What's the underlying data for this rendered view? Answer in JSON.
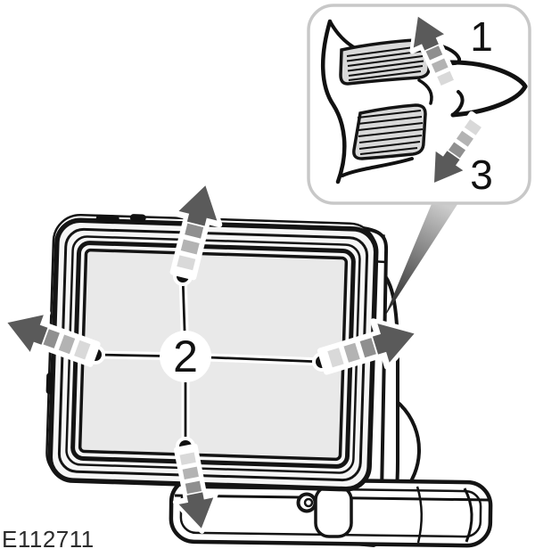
{
  "diagram": {
    "figure_id": "E112711",
    "labels": {
      "inset_upper_arrow": "1",
      "screen_adjust": "2",
      "inset_lower_arrow": "3"
    },
    "colors": {
      "line": "#141414",
      "device_fill": "#f6f6f6",
      "screen_fill": "#e9e9e9",
      "side_strip_fill": "#ededed",
      "wheel_fill": "#d9d9d9",
      "arrow_head": "#5a5a5a",
      "arrow_stripe_dark": "#8f8f8f",
      "arrow_stripe_mid": "#b3b3b3",
      "arrow_stripe_light": "#d9d9d9",
      "inset_border": "#c8c8c8",
      "callout_light": "#cccccc",
      "callout_dark": "#222222"
    }
  }
}
